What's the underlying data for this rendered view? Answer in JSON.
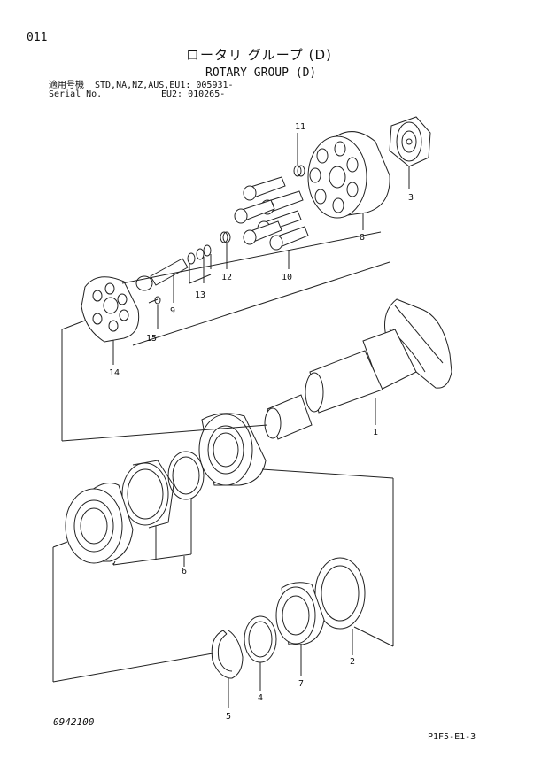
{
  "header": {
    "page_number": "011",
    "title_jp": "ロータリ グループ (D)",
    "title_en": "ROTARY GROUP (D)",
    "serial_label_jp": "適用号機",
    "serial_label_en": "Serial No.",
    "serial_line1": "STD,NA,NZ,AUS,EU1: 005931-",
    "serial_line2": "EU2: 010265-"
  },
  "callouts": {
    "p1": "1",
    "p2": "2",
    "p3": "3",
    "p4": "4",
    "p5": "5",
    "p6": "6",
    "p7": "7",
    "p8": "8",
    "p9": "9",
    "p10": "10",
    "p11": "11",
    "p12": "12",
    "p13": "13",
    "p14": "14",
    "p15": "15"
  },
  "footer": {
    "left_code": "0942100",
    "right_code": "P1F5-E1-3"
  }
}
